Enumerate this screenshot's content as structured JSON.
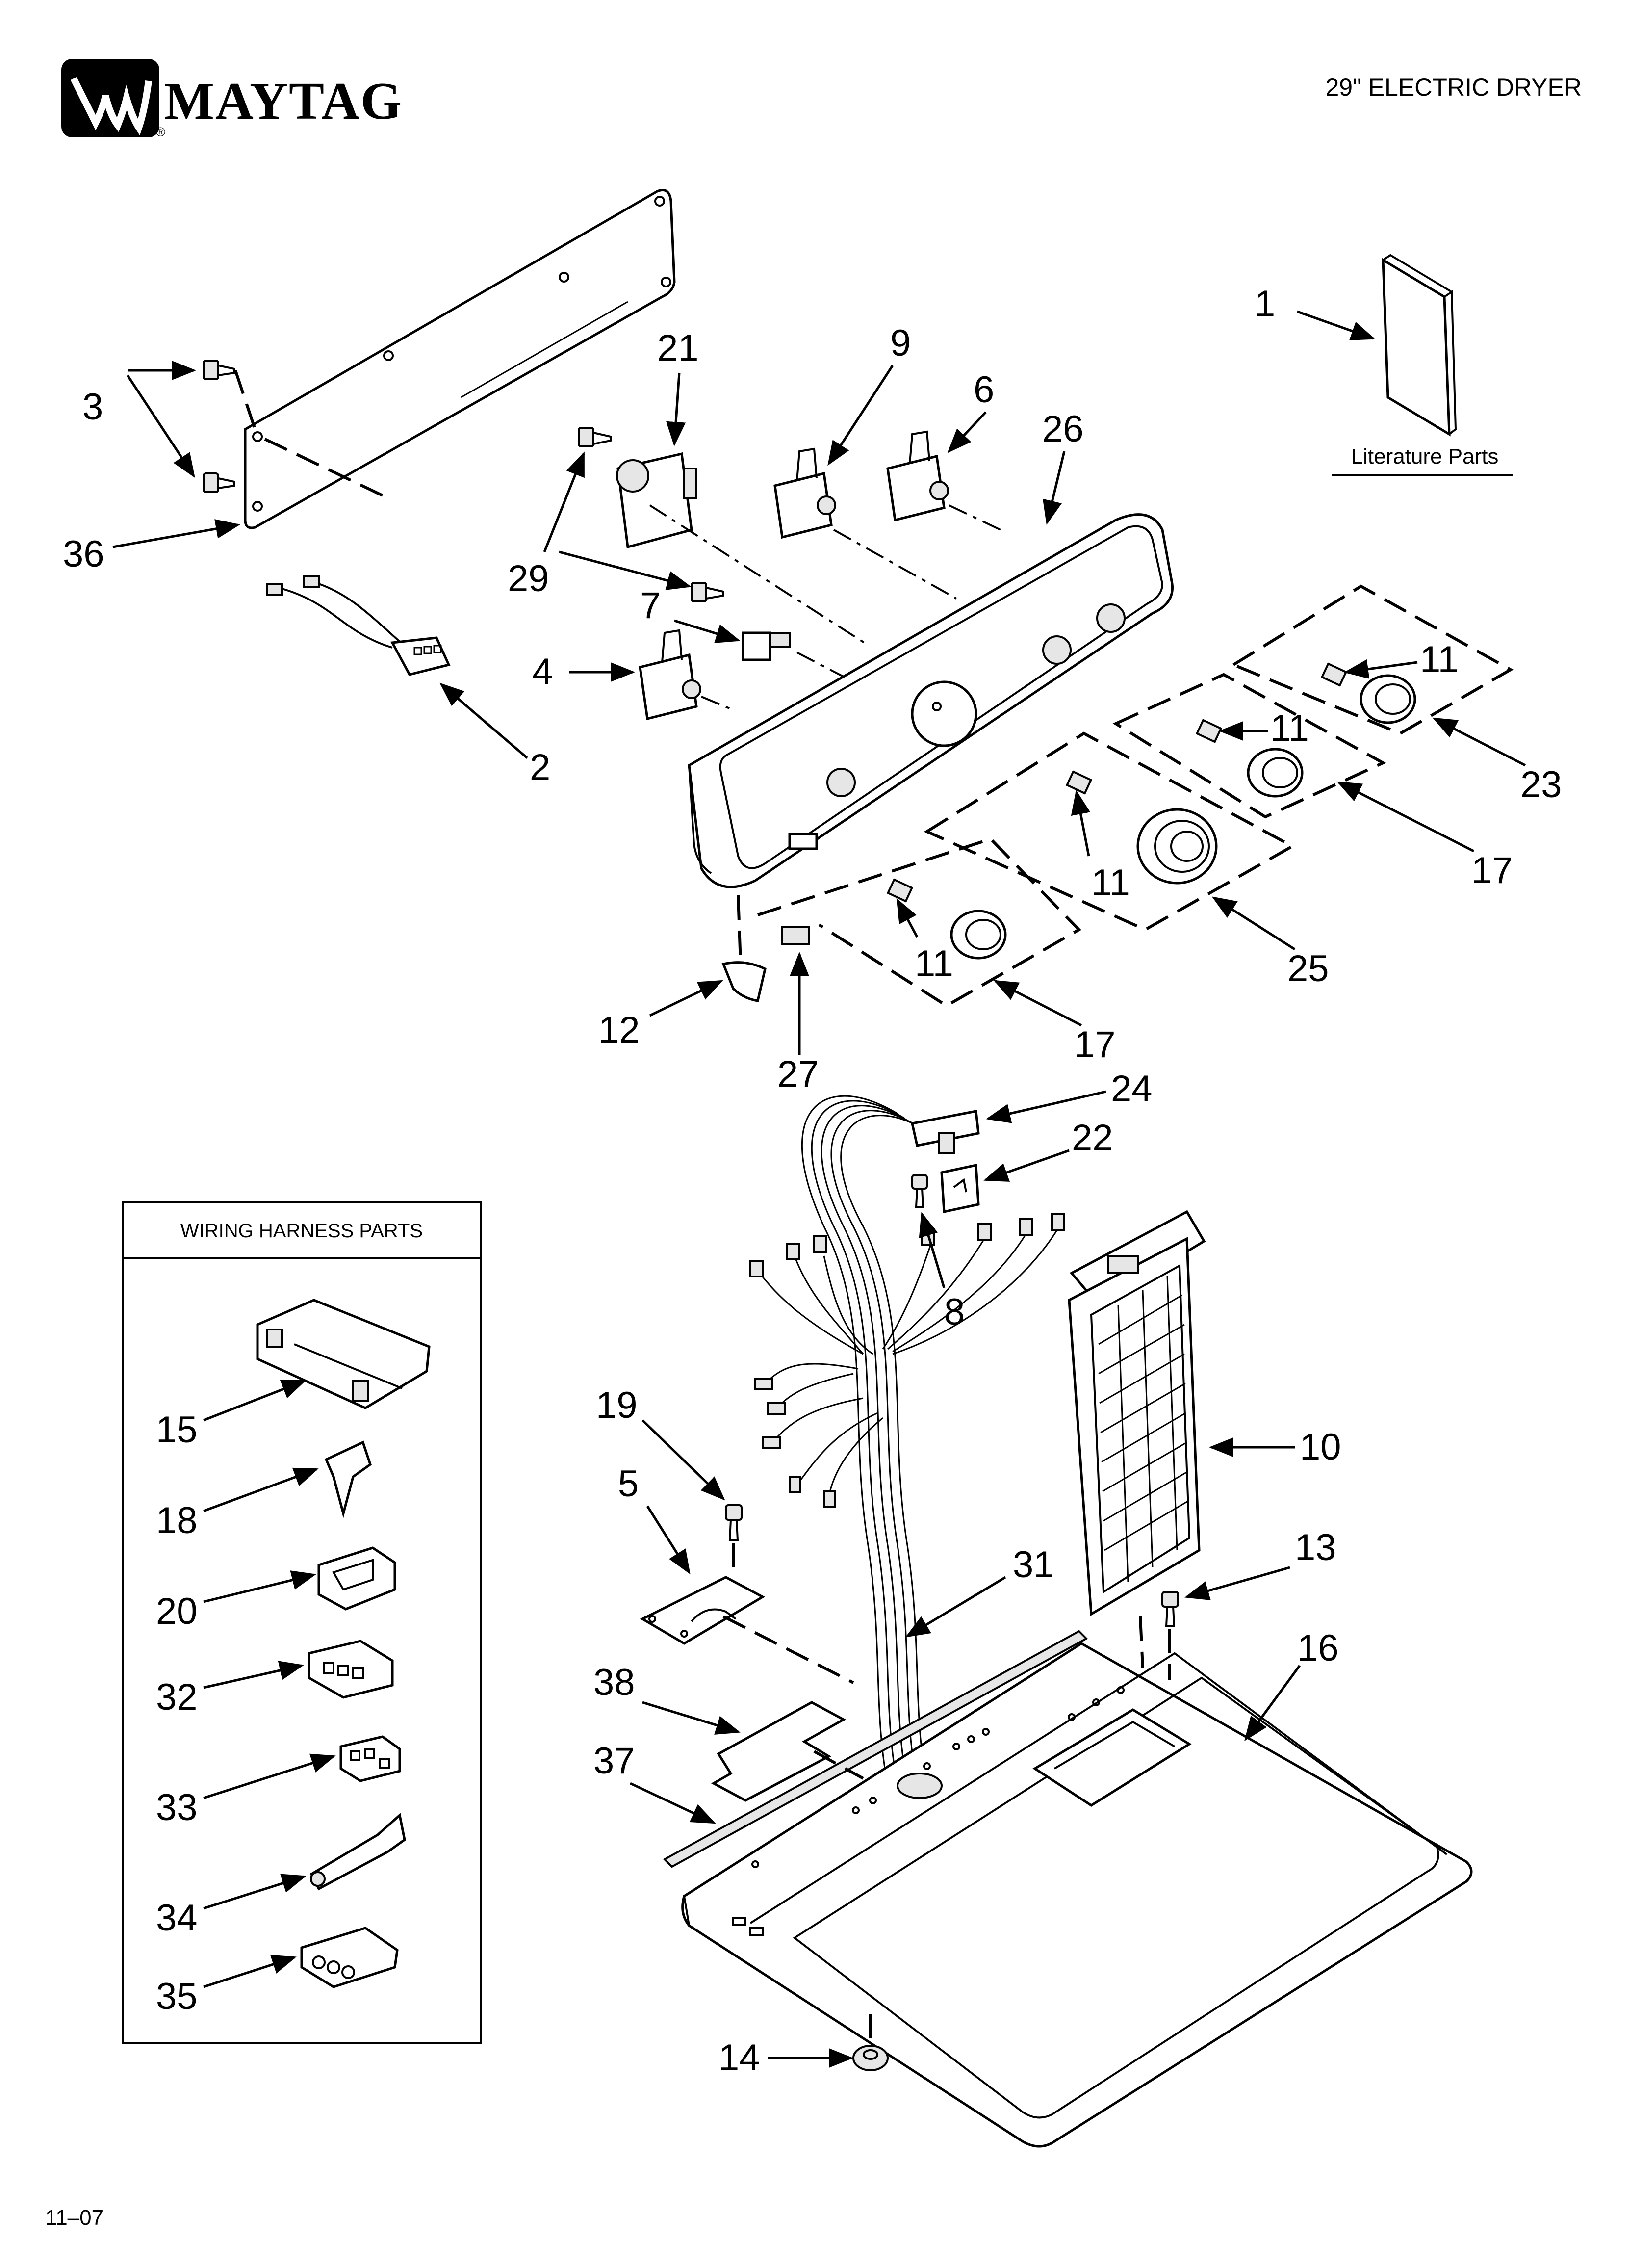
{
  "header": {
    "brand": "MAYTAG",
    "title": "29\" ELECTRIC DRYER"
  },
  "literature": {
    "label": "Literature Parts"
  },
  "wiring_box": {
    "title": "WIRING HARNESS PARTS"
  },
  "footer": {
    "code": "11–07"
  },
  "callouts": {
    "c1": "1",
    "c2": "2",
    "c3": "3",
    "c4": "4",
    "c5": "5",
    "c6": "6",
    "c7": "7",
    "c8": "8",
    "c9": "9",
    "c10": "10",
    "c11a": "11",
    "c11b": "11",
    "c11c": "11",
    "c11d": "11",
    "c12": "12",
    "c13": "13",
    "c14": "14",
    "c15": "15",
    "c16": "16",
    "c17a": "17",
    "c17b": "17",
    "c18": "18",
    "c19": "19",
    "c20": "20",
    "c21": "21",
    "c22": "22",
    "c23": "23",
    "c24": "24",
    "c25": "25",
    "c26": "26",
    "c27": "27",
    "c29": "29",
    "c31": "31",
    "c32": "32",
    "c33": "33",
    "c34": "34",
    "c35": "35",
    "c36": "36",
    "c37": "37",
    "c38": "38"
  },
  "icons": {
    "logo": "maytag-wave-logo-icon",
    "parts": "exploded-part-icons"
  }
}
